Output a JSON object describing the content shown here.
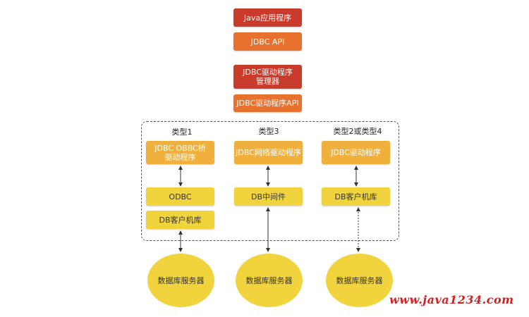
{
  "stack": {
    "java_app": "Java应用程序",
    "jdbc_api": "JDBC API",
    "driver_manager_line1": "JDBC驱动程序",
    "driver_manager_line2": "管理器",
    "driver_api": "JDBC驱动程序API"
  },
  "columns": [
    {
      "label": "类型1",
      "driver_line1": "JDBC OBBC桥",
      "driver_line2": "驱动程序",
      "mid": "ODBC",
      "lib": "DB客户机库",
      "server": "数据库服务器"
    },
    {
      "label": "类型3",
      "driver_line1": "JDBC网络驱动程序",
      "mid": "DB中间件",
      "server": "数据库服务器"
    },
    {
      "label": "类型2或类型4",
      "driver_line1": "JDBC驱动程序",
      "mid": "DB客户机库",
      "server": "数据库服务器"
    }
  ],
  "watermark": "www.java1234.com",
  "colors": {
    "red": "#c93b2b",
    "orange": "#e9712e",
    "amber": "#f0b03d",
    "yellow": "#f1d43d",
    "watermark": "#d42020"
  }
}
